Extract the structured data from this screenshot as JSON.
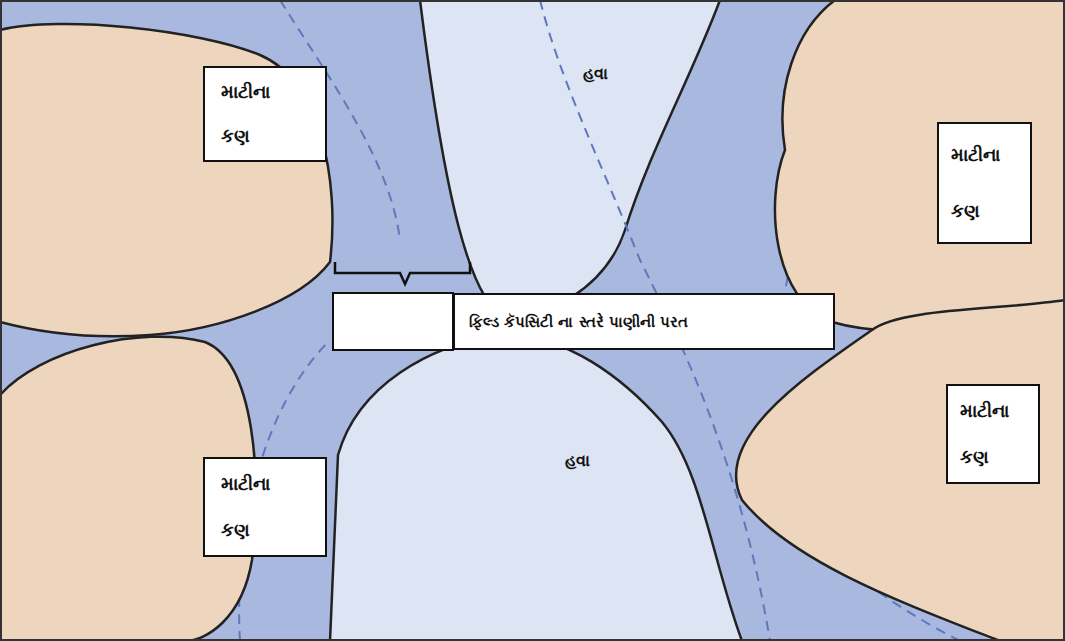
{
  "diagram": {
    "nodes": [
      {
        "text": [
          "માટીના કણ"
        ]
      },
      {
        "text": [
          "માટીના કણ"
        ]
      },
      {
        "text": [
          "ફિલ્ડ કૅપસિટી ના સ્તરે પાણીની પરત"
        ]
      },
      {
        "text": [
          "માટીના કણ"
        ]
      },
      {
        "text": [
          "માટીના કણ"
        ]
      }
    ],
    "labels": [
      "હવા",
      "હવા"
    ]
  }
}
